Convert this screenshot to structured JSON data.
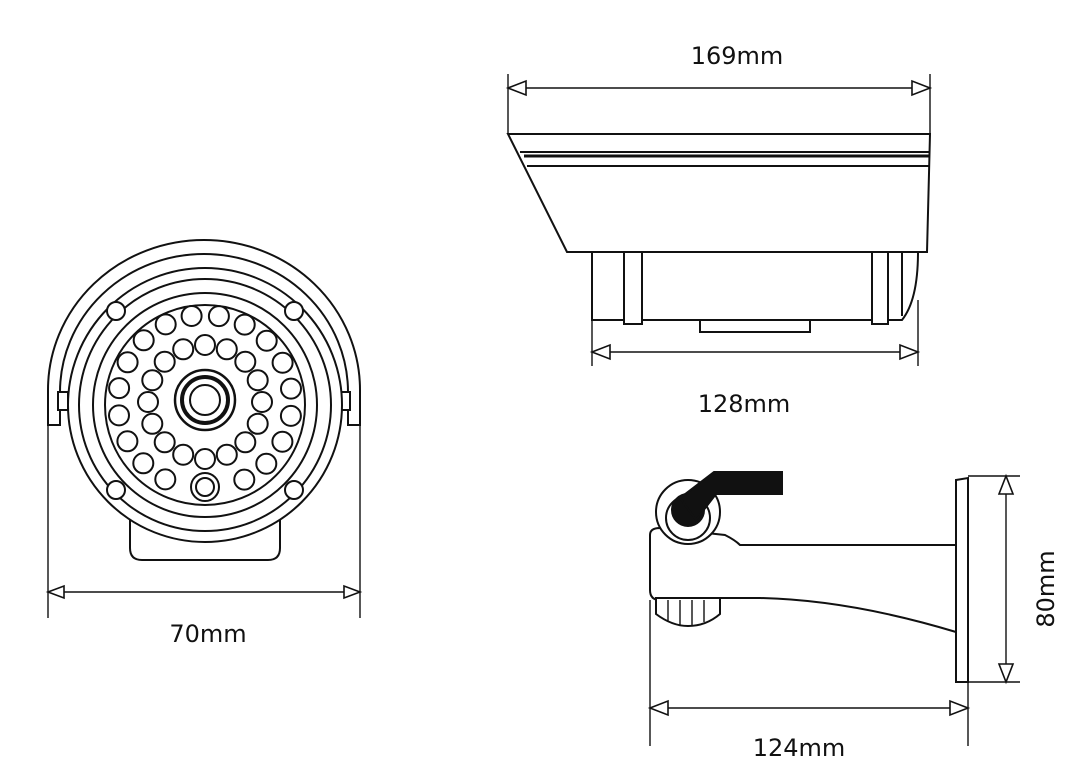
{
  "dimensions": {
    "front_width": "70mm",
    "housing_length": "169mm",
    "body_length": "128mm",
    "bracket_length": "124mm",
    "bracket_height": "80mm"
  },
  "views": {
    "front": {
      "ir_led_count": 36
    },
    "side": {},
    "bracket": {}
  }
}
